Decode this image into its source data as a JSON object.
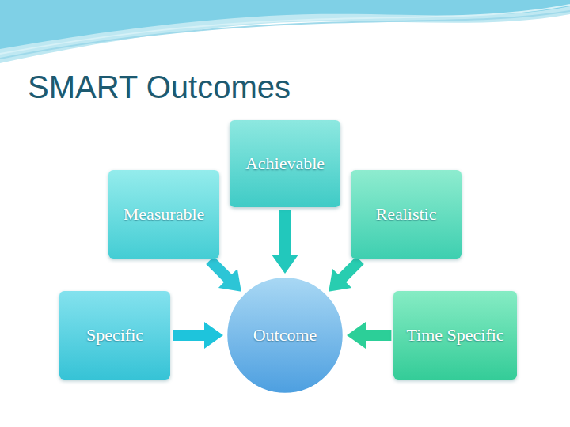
{
  "diagram": {
    "title": "SMART Outcomes",
    "nodes": [
      {
        "text": [
          "Achievable"
        ]
      },
      {
        "text": [
          "Measurable"
        ]
      },
      {
        "text": [
          "Realistic"
        ]
      },
      {
        "text": [
          "Specific"
        ]
      },
      {
        "text": [
          "Outcome"
        ]
      },
      {
        "text": [
          "Time Specific"
        ]
      }
    ],
    "edges": [
      {
        "from": 0,
        "to": 4,
        "arrow": "to"
      },
      {
        "from": 1,
        "to": 4,
        "arrow": "to"
      },
      {
        "from": 2,
        "to": 4,
        "arrow": "to"
      },
      {
        "from": 3,
        "to": 4,
        "arrow": "to"
      },
      {
        "from": 5,
        "to": 4,
        "arrow": "to"
      }
    ]
  }
}
